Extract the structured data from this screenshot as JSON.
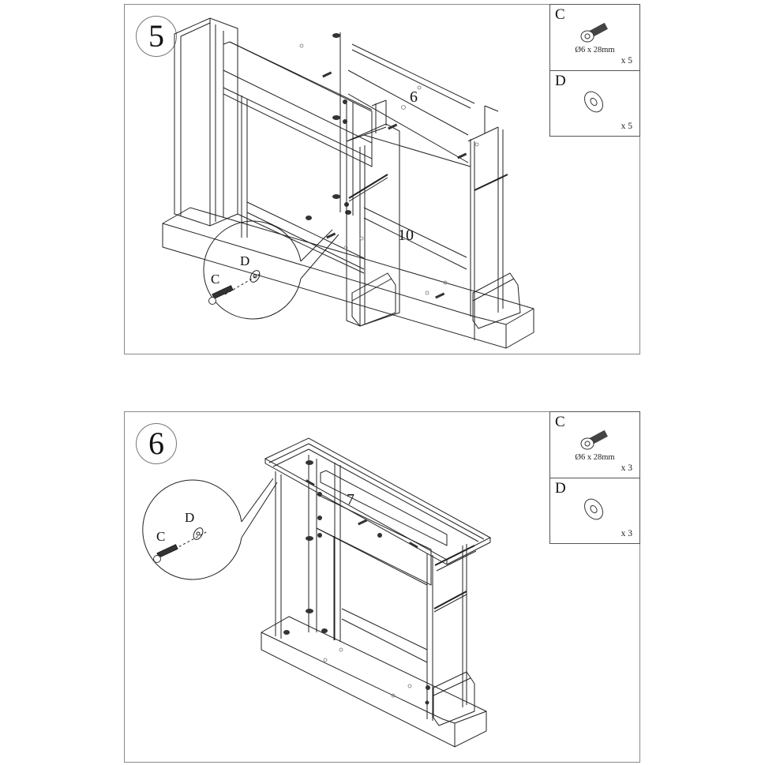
{
  "steps": [
    {
      "number": "5",
      "panel_label": "6",
      "base_label": "10",
      "callout": {
        "screw_label": "C",
        "washer_label": "D"
      },
      "parts": [
        {
          "letter": "C",
          "name": "screw",
          "spec": "Ø6 x 28mm",
          "qty": "x 5"
        },
        {
          "letter": "D",
          "name": "washer",
          "spec": "",
          "qty": "x 5"
        }
      ]
    },
    {
      "number": "6",
      "panel_label": "7",
      "callout": {
        "screw_label": "C",
        "washer_label": "D"
      },
      "parts": [
        {
          "letter": "C",
          "name": "screw",
          "spec": "Ø6 x 28mm",
          "qty": "x 3"
        },
        {
          "letter": "D",
          "name": "washer",
          "spec": "",
          "qty": "x 3"
        }
      ]
    }
  ],
  "colors": {
    "line": "#222222",
    "frame": "#8a8a8a",
    "hardware": "#333333"
  }
}
